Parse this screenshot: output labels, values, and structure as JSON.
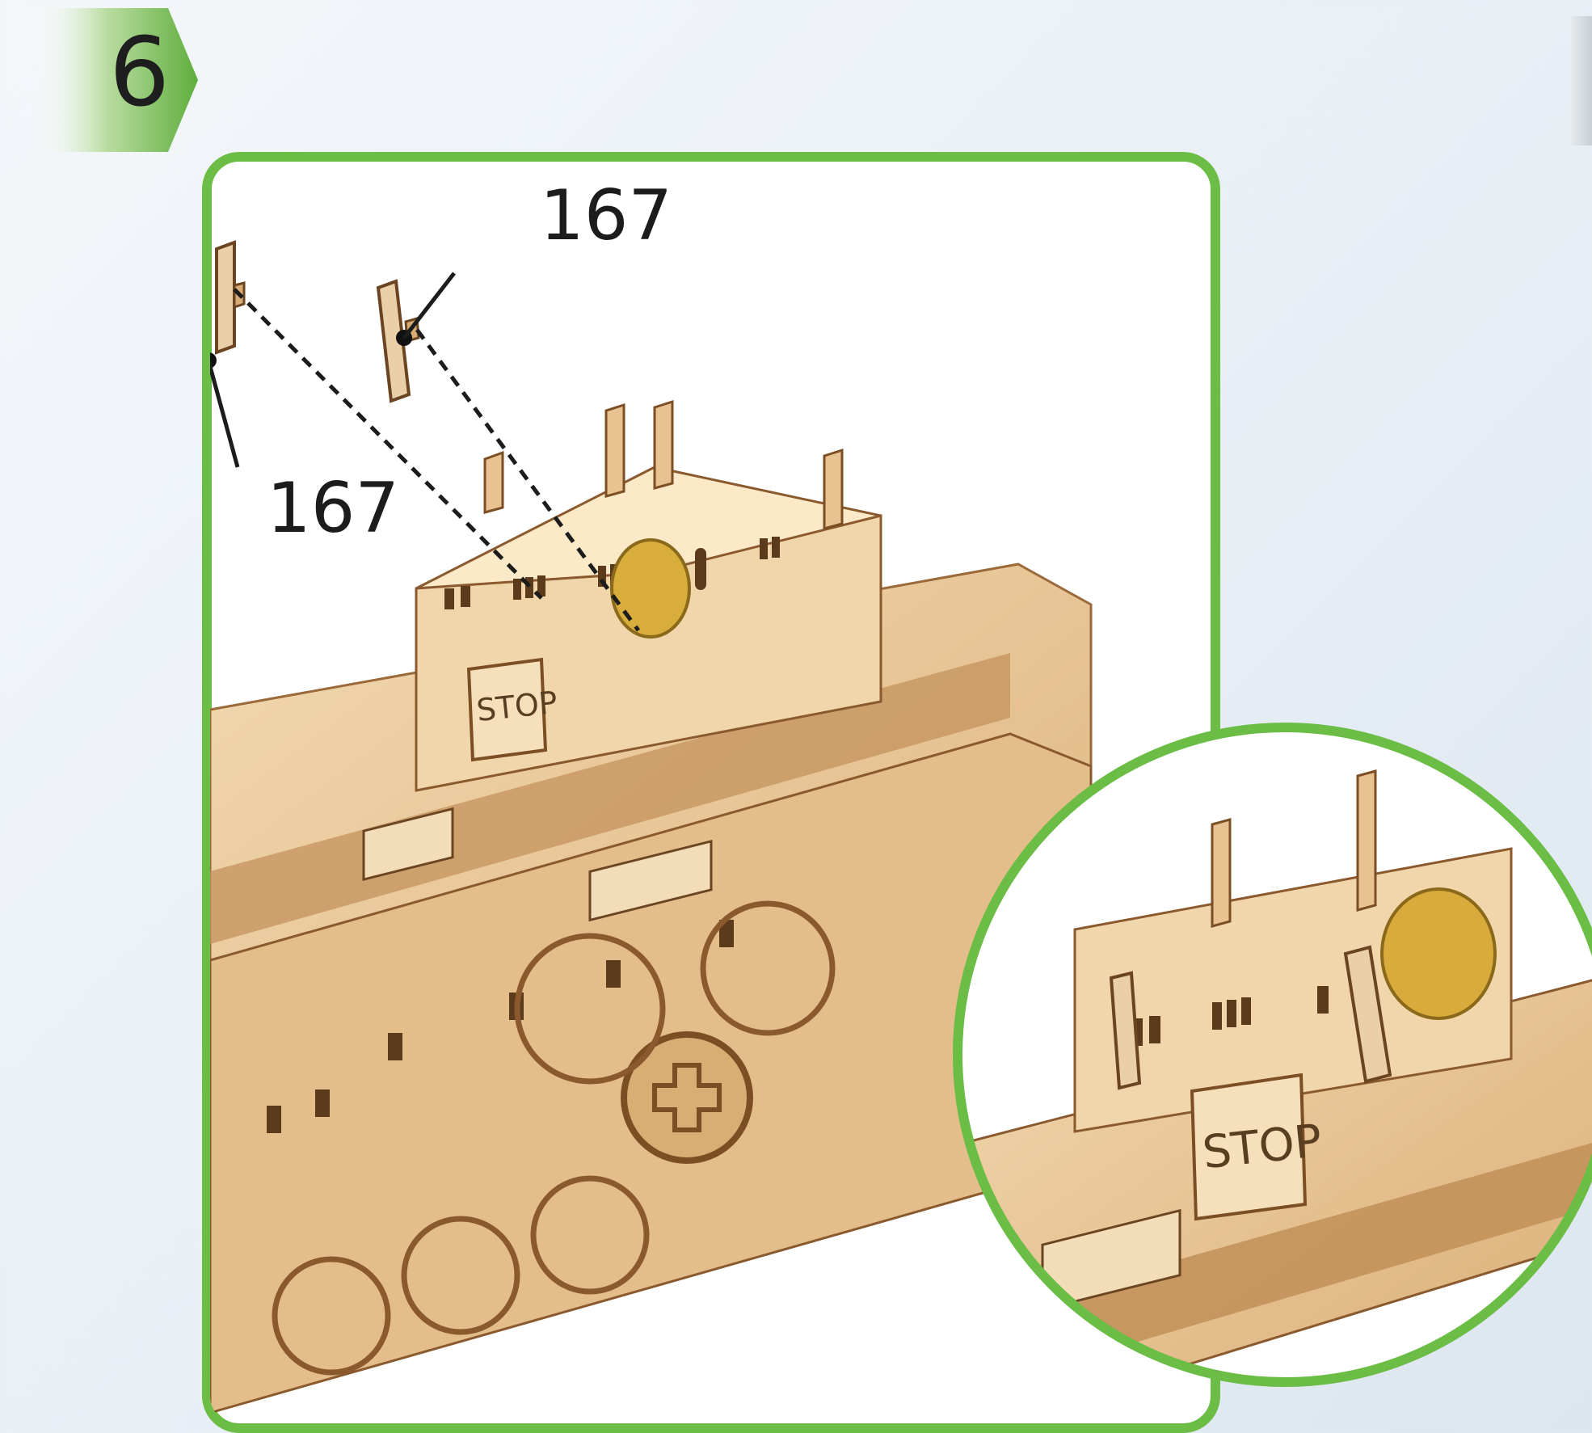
{
  "step": {
    "number": "6"
  },
  "callouts": {
    "part_a": "167",
    "part_b": "167"
  },
  "model": {
    "sign_main": "STOP",
    "sign_zoom": "STOP"
  },
  "colors": {
    "frame_green": "#6bbd45",
    "badge_green": "#5fae3d",
    "wood": "#e9c89a",
    "wood_dark": "#8a5a2e"
  }
}
